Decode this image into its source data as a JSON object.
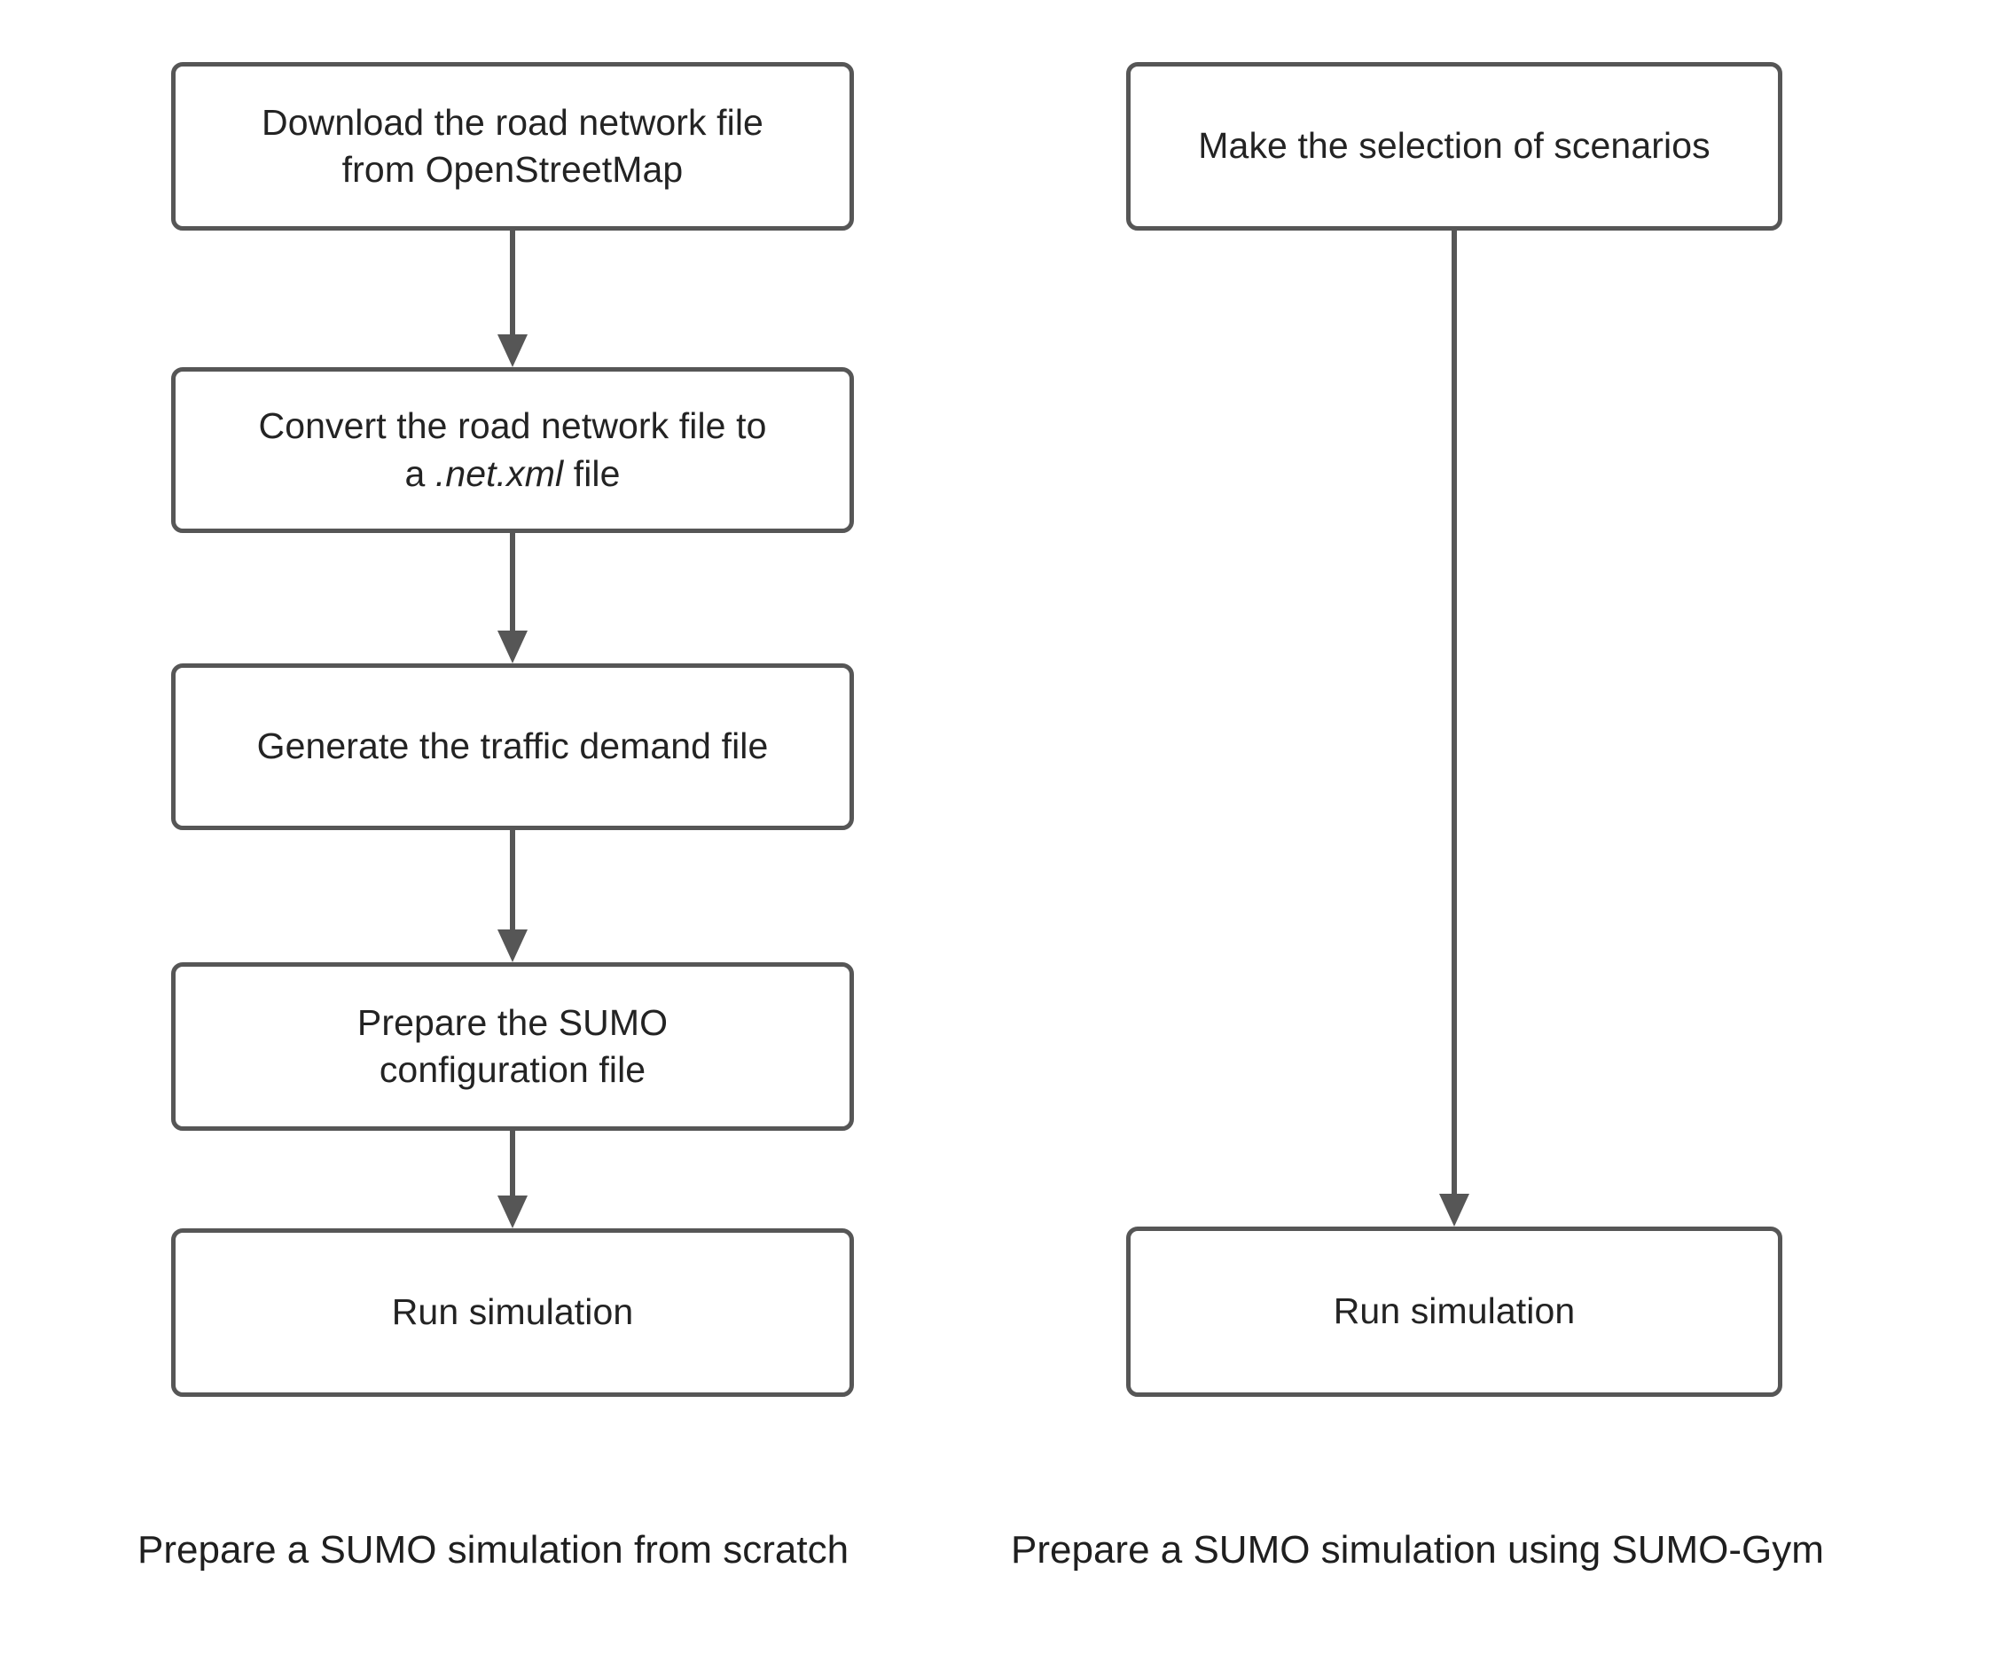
{
  "diagram": {
    "type": "flowchart",
    "background_color": "#ffffff",
    "node_border_color": "#565656",
    "node_fill_color": "#ffffff",
    "text_color": "#232323",
    "arrow_color": "#565656",
    "columns": [
      {
        "id": "from-scratch",
        "caption": "Prepare a SUMO simulation from scratch",
        "nodes": [
          {
            "id": "download",
            "label": "Download the road network file\nfrom OpenStreetMap"
          },
          {
            "id": "convert",
            "label_before": "Convert the road network file to\na ",
            "label_italic": ".net.xml",
            "label_after": " file"
          },
          {
            "id": "demand",
            "label": "Generate the traffic demand file"
          },
          {
            "id": "config",
            "label": "Prepare the SUMO\nconfiguration file"
          },
          {
            "id": "run-left",
            "label": "Run simulation"
          }
        ],
        "edges": [
          {
            "from": "download",
            "to": "convert",
            "style": "arrow-down"
          },
          {
            "from": "convert",
            "to": "demand",
            "style": "arrow-down"
          },
          {
            "from": "demand",
            "to": "config",
            "style": "arrow-down"
          },
          {
            "from": "config",
            "to": "run-left",
            "style": "arrow-down"
          }
        ]
      },
      {
        "id": "sumo-gym",
        "caption": "Prepare a SUMO simulation using SUMO-Gym",
        "nodes": [
          {
            "id": "scenarios",
            "label": "Make the selection of scenarios"
          },
          {
            "id": "run-right",
            "label": "Run simulation"
          }
        ],
        "edges": [
          {
            "from": "scenarios",
            "to": "run-right",
            "style": "arrow-down"
          }
        ]
      }
    ]
  }
}
